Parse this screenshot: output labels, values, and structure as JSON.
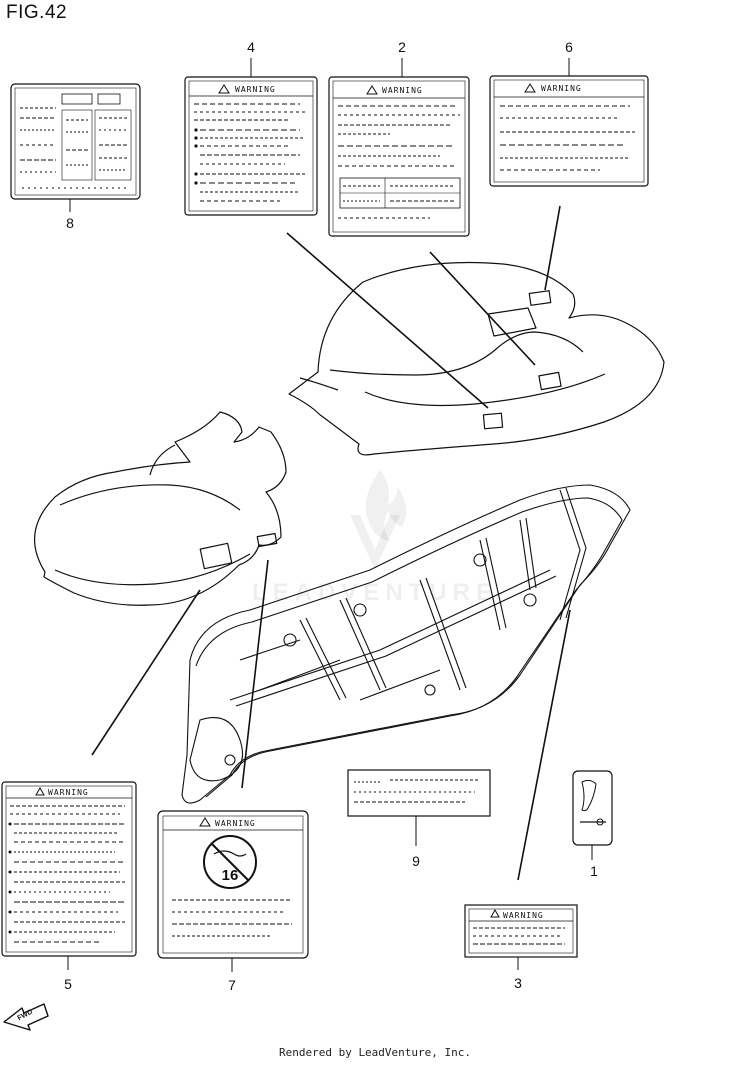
{
  "figure": {
    "title": "FIG.42"
  },
  "credit": "Rendered by LeadVenture, Inc.",
  "watermark": "LEADVENTURE",
  "callouts": [
    "1",
    "2",
    "3",
    "4",
    "5",
    "6",
    "7",
    "8",
    "9"
  ],
  "labels": {
    "warning": "WARNING",
    "age_limit": "16",
    "direction": "FWD"
  }
}
